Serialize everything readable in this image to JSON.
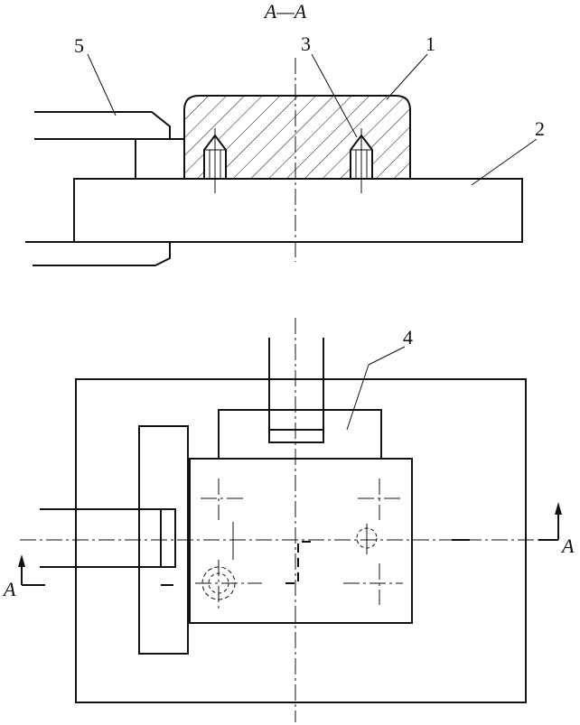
{
  "section_title": "A—A",
  "labels": {
    "part1": "1",
    "part2": "2",
    "part3": "3",
    "part4": "4",
    "part5": "5"
  },
  "section_marks": {
    "left": "A",
    "right": "A"
  }
}
